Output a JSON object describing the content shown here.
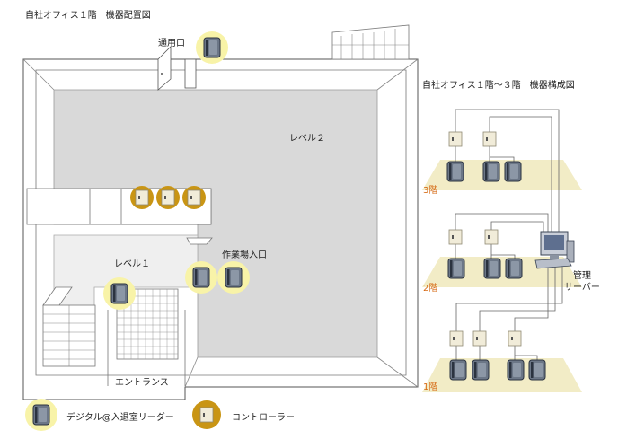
{
  "floor_plan": {
    "title": "自社オフィス１階　機器配置図",
    "labels": {
      "service_entrance": "通用口",
      "level2": "レベル２",
      "level1": "レベル１",
      "workshop_entrance": "作業場入口",
      "entrance": "エントランス"
    }
  },
  "network": {
    "title": "自社オフィス１階～３階　機器構成図",
    "floors": [
      "3階",
      "2階",
      "1階"
    ],
    "server_label_line1": "管理",
    "server_label_line2": "サーバー"
  },
  "legend": {
    "reader": "デジタル@入退室リーダー",
    "controller": "コントローラー"
  },
  "colors": {
    "reader_halo": "#f8f3a8",
    "controller_ring": "#c99514",
    "floor_fill": "#f2ecc6",
    "level2_fill": "#d9d9d9",
    "level1_fill": "#efefef",
    "floor_label": "#d66a14"
  }
}
